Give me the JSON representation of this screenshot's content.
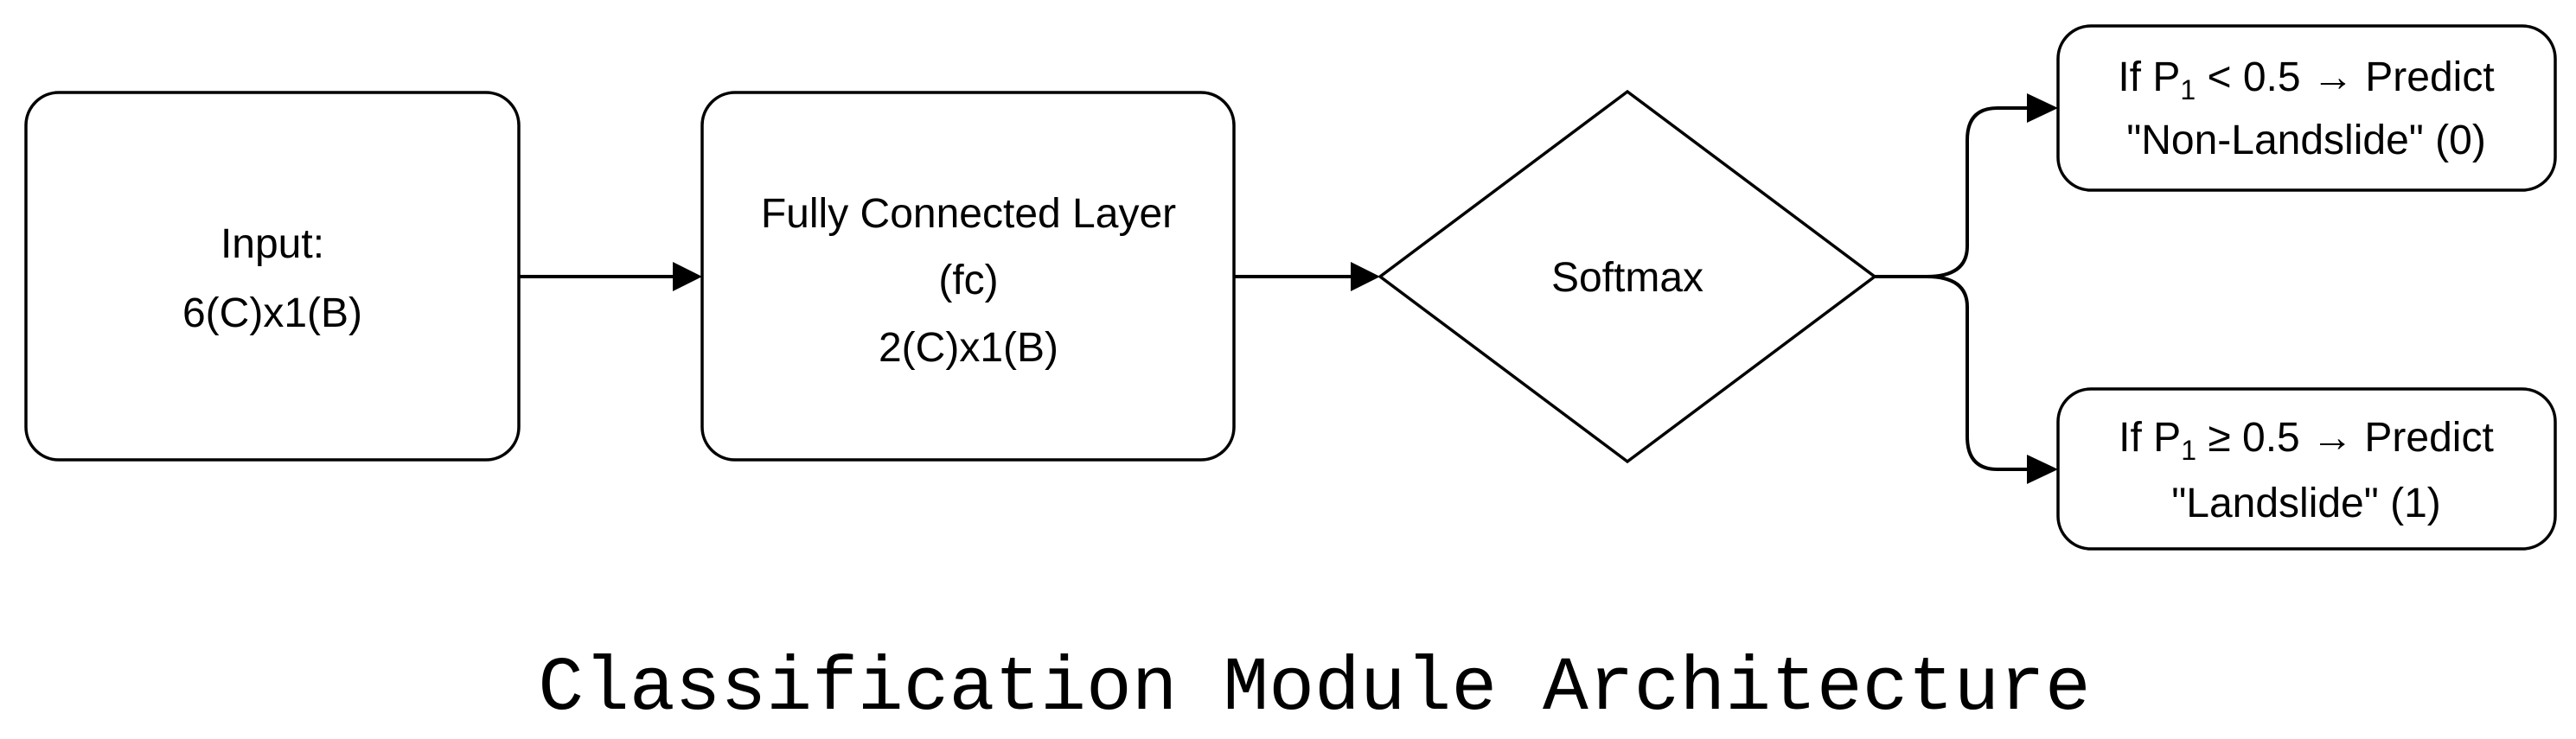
{
  "nodes": {
    "input": {
      "line1": "Input:",
      "line2": "6(C)x1(B)"
    },
    "fc": {
      "line1": "Fully Connected Layer",
      "line2": "(fc)",
      "line3": "2(C)x1(B)"
    },
    "softmax": {
      "label": "Softmax"
    },
    "non_landslide": {
      "if": "If P",
      "subscript": "1",
      "condition": " < 0.5 → Predict",
      "line2": "\"Non-Landslide\" (0)"
    },
    "landslide": {
      "if": "If P",
      "subscript": "1",
      "condition": " ≥ 0.5 → Predict",
      "line2": "\"Landslide\" (1)"
    }
  },
  "title": "Classification Module Architecture"
}
